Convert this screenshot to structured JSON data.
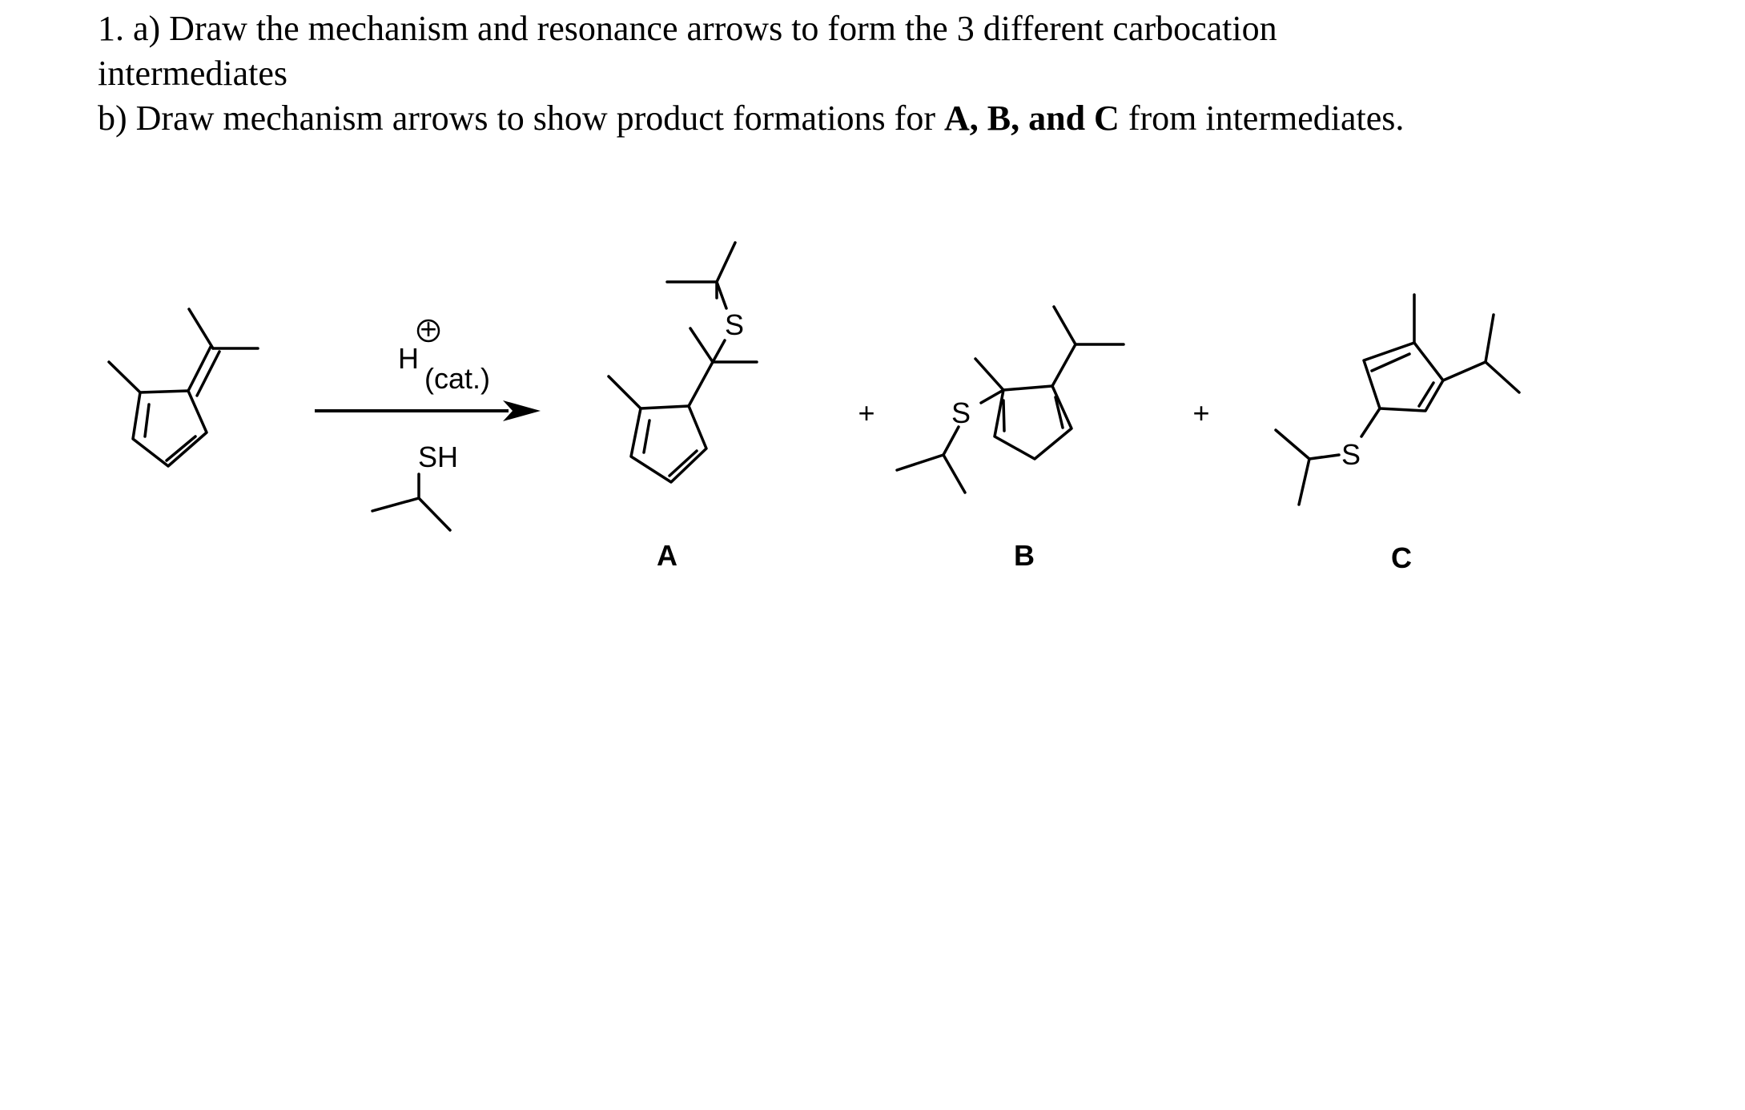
{
  "question": {
    "line1": "1. a) Draw the mechanism and resonance arrows to form the 3 different carbocation",
    "line2": "intermediates",
    "line3_pre": "b) Draw mechanism arrows to show product formations for ",
    "line3_bold": "A, B, and C",
    "line3_post": " from intermediates."
  },
  "reagents": {
    "acid": "H",
    "acid_note": "(cat.)",
    "charge": "+",
    "thiol": "SH"
  },
  "products": {
    "a_label": "A",
    "b_label": "B",
    "c_label": "C",
    "sulfur": "S",
    "plus": "+"
  }
}
